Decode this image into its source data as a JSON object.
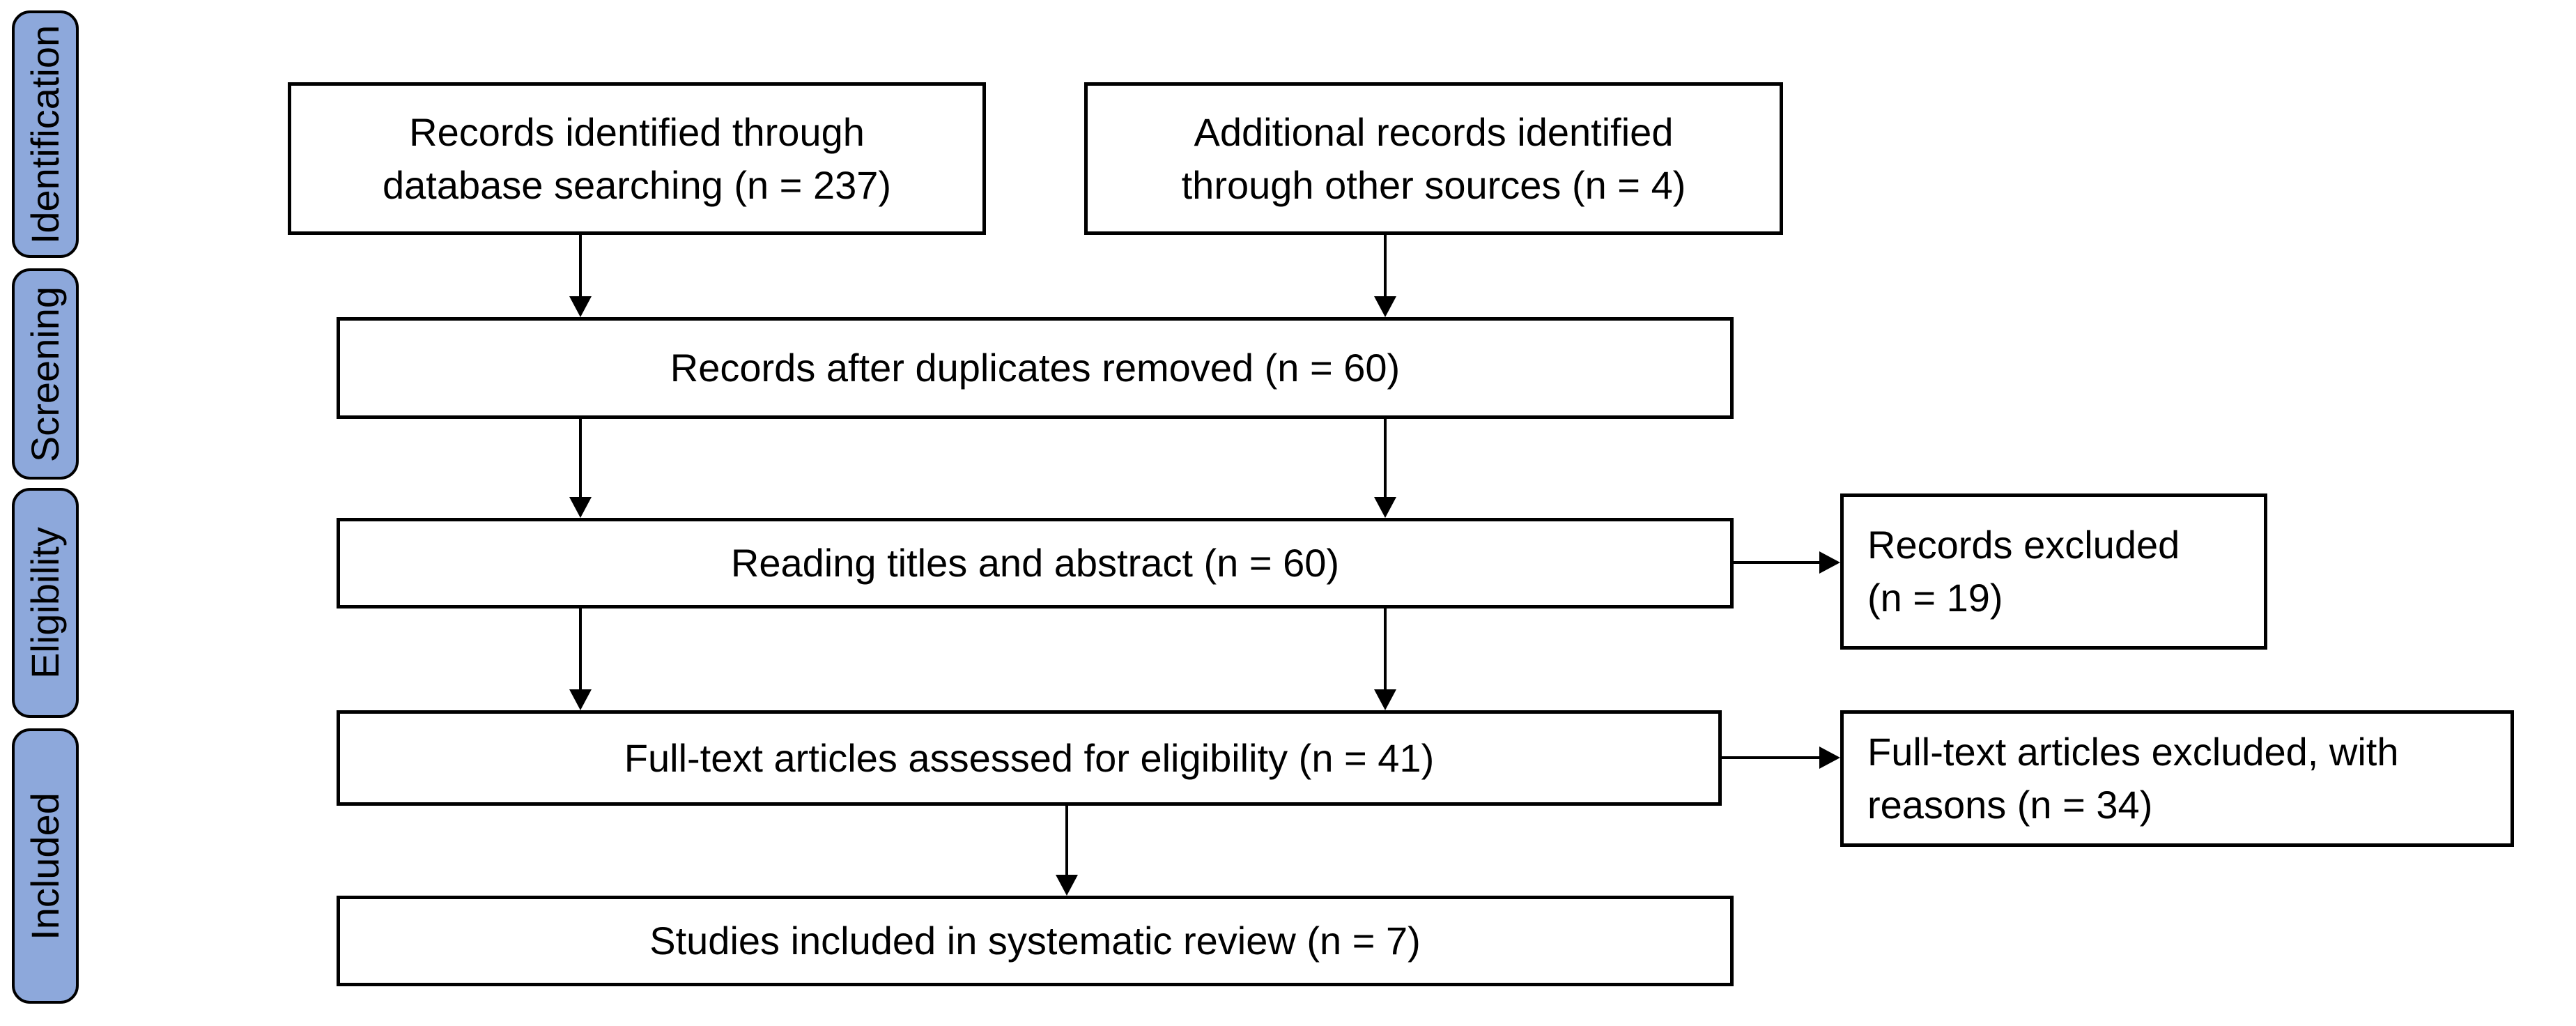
{
  "stages": [
    {
      "label": "Identification"
    },
    {
      "label": "Screening"
    },
    {
      "label": "Eligibility"
    },
    {
      "label": "Included"
    }
  ],
  "boxes": {
    "records_identified": {
      "lines": [
        "Records identified through",
        "database searching (n = 237)"
      ],
      "n": 237
    },
    "additional_records": {
      "lines": [
        "Additional records identified",
        "through other sources (n = 4)"
      ],
      "n": 4
    },
    "duplicates_removed": {
      "lines": [
        "Records after duplicates removed (n = 60)"
      ],
      "n": 60
    },
    "titles_abstract": {
      "lines": [
        "Reading titles and abstract (n = 60)"
      ],
      "n": 60
    },
    "records_excluded": {
      "lines": [
        "Records excluded",
        "(n = 19)"
      ],
      "n": 19
    },
    "fulltext_assessed": {
      "lines": [
        "Full-text articles assessed for eligibility (n = 41)"
      ],
      "n": 41
    },
    "fulltext_excluded": {
      "lines": [
        "Full-text articles excluded, with",
        "reasons (n = 34)"
      ],
      "n": 34
    },
    "studies_included": {
      "lines": [
        "Studies included in systematic review (n = 7)"
      ],
      "n": 7
    }
  },
  "colors": {
    "stage_fill": "#8DA8DB",
    "stage_border": "#000000",
    "box_border": "#000000",
    "arrow": "#000000",
    "text": "#000000",
    "background": "#FFFFFF"
  }
}
